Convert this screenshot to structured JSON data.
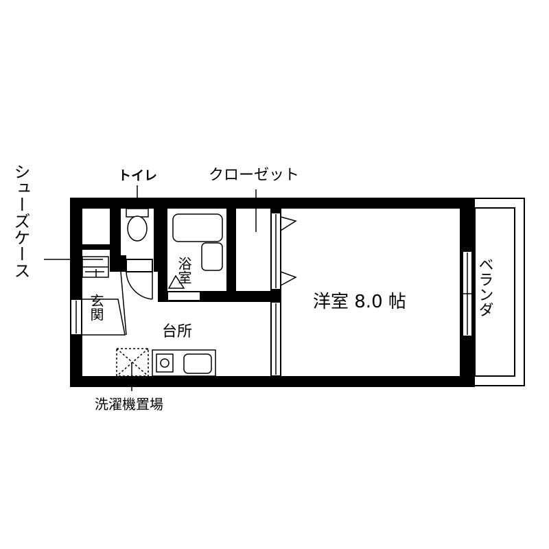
{
  "labels": {
    "shoe_case": "シューズケース",
    "toilet": "トイレ",
    "closet": "クローゼット",
    "bath": "浴室",
    "entrance": "玄関",
    "kitchen": "台所",
    "western_room": "洋室 8.0 帖",
    "veranda": "ベランダ",
    "washer_space": "洗濯機置場"
  },
  "colors": {
    "wall": "#000000",
    "line": "#000000",
    "fill_light": "#ffffff"
  }
}
